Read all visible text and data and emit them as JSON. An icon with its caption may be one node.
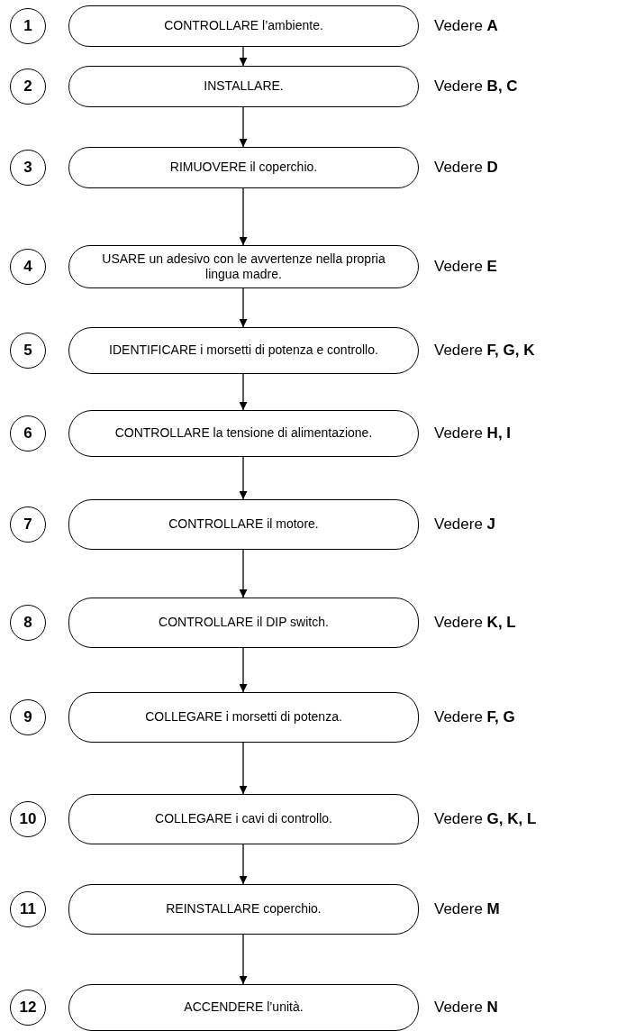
{
  "diagram": {
    "nodes": [
      {
        "text": [
          "1"
        ]
      },
      {
        "text": [
          "CONTROLLARE l’ambiente."
        ],
        "beside": [
          "Vedere **A**"
        ]
      },
      {
        "text": [
          "2"
        ]
      },
      {
        "text": [
          "INSTALLARE."
        ],
        "beside": [
          "Vedere **B, C**"
        ]
      },
      {
        "text": [
          "3"
        ]
      },
      {
        "text": [
          "RIMUOVERE il coperchio."
        ],
        "beside": [
          "Vedere **D**"
        ]
      },
      {
        "text": [
          "4"
        ]
      },
      {
        "text": [
          "USARE un adesivo con le avvertenze nella propria lingua madre."
        ],
        "beside": [
          "Vedere **E**"
        ]
      },
      {
        "text": [
          "5"
        ]
      },
      {
        "text": [
          "IDENTIFICARE i morsetti di potenza e controllo."
        ],
        "beside": [
          "Vedere **F, G, K**"
        ]
      },
      {
        "text": [
          "6"
        ]
      },
      {
        "text": [
          "CONTROLLARE la tensione di alimentazione."
        ],
        "beside": [
          "Vedere **H, I**"
        ]
      },
      {
        "text": [
          "7"
        ]
      },
      {
        "text": [
          "CONTROLLARE il motore."
        ],
        "beside": [
          "Vedere **J**"
        ]
      },
      {
        "text": [
          "8"
        ]
      },
      {
        "text": [
          "CONTROLLARE il DIP switch."
        ],
        "beside": [
          "Vedere **K, L**"
        ]
      },
      {
        "text": [
          "9"
        ]
      },
      {
        "text": [
          "COLLEGARE i morsetti di potenza."
        ],
        "beside": [
          "Vedere **F, G**"
        ]
      },
      {
        "text": [
          "10"
        ]
      },
      {
        "text": [
          "COLLEGARE i cavi di controllo."
        ],
        "beside": [
          "Vedere **G, K, L**"
        ]
      },
      {
        "text": [
          "11"
        ]
      },
      {
        "text": [
          "REINSTALLARE coperchio."
        ],
        "beside": [
          "Vedere **M**"
        ]
      },
      {
        "text": [
          "12"
        ]
      },
      {
        "text": [
          "ACCENDERE l’unità."
        ],
        "beside": [
          "Vedere **N**"
        ]
      }
    ],
    "edges": [
      {
        "from": 1,
        "to": 3,
        "arrow": "to"
      },
      {
        "from": 3,
        "to": 5,
        "arrow": "to"
      },
      {
        "from": 5,
        "to": 7,
        "arrow": "to"
      },
      {
        "from": 7,
        "to": 9,
        "arrow": "to"
      },
      {
        "from": 9,
        "to": 11,
        "arrow": "to"
      },
      {
        "from": 11,
        "to": 13,
        "arrow": "to"
      },
      {
        "from": 13,
        "to": 15,
        "arrow": "to"
      },
      {
        "from": 15,
        "to": 17,
        "arrow": "to"
      },
      {
        "from": 17,
        "to": 19,
        "arrow": "to"
      },
      {
        "from": 19,
        "to": 21,
        "arrow": "to"
      },
      {
        "from": 21,
        "to": 23,
        "arrow": "to"
      }
    ]
  }
}
